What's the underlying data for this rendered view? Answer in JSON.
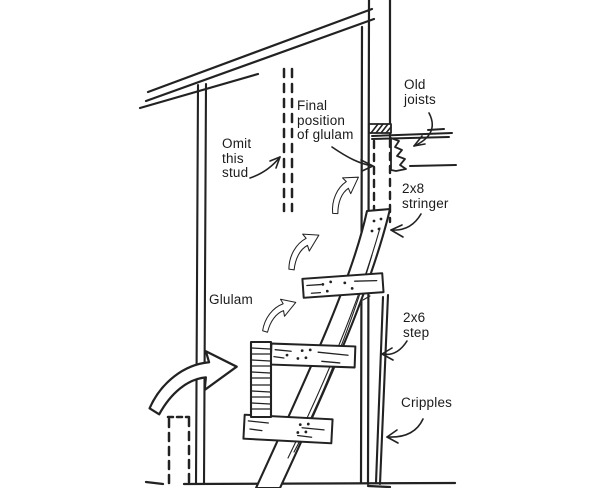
{
  "diagram": {
    "type": "framing-illustration",
    "ink_color": "#222222",
    "background_color": "#ffffff",
    "labels": {
      "omit_this_stud": {
        "lines": [
          "Omit",
          "this",
          "stud"
        ]
      },
      "final_position_of_glulam": {
        "lines": [
          "Final",
          "position",
          "of glulam"
        ]
      },
      "old_joists": {
        "lines": [
          "Old",
          "joists"
        ]
      },
      "stringer_2x8": {
        "lines": [
          "2x8",
          "stringer"
        ]
      },
      "glulam": {
        "lines": [
          "Glulam"
        ]
      },
      "step_2x6": {
        "lines": [
          "2x6",
          "step"
        ]
      },
      "cripples": {
        "lines": [
          "Cripples"
        ]
      }
    }
  }
}
